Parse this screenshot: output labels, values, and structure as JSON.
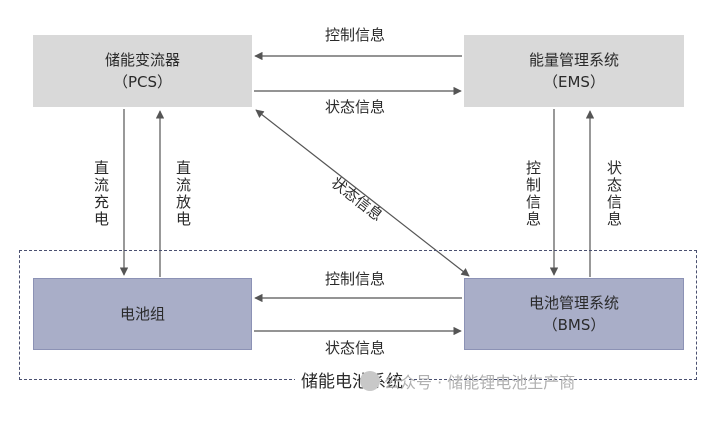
{
  "nodes": {
    "pcs": {
      "name": "储能变流器",
      "abbr": "（PCS）"
    },
    "ems": {
      "name": "能量管理系统",
      "abbr": "（EMS）"
    },
    "battery": {
      "name": "电池组"
    },
    "bms": {
      "name": "电池管理系统",
      "abbr": "（BMS）"
    }
  },
  "edges": {
    "ems_to_pcs": "控制信息",
    "pcs_to_ems": "状态信息",
    "pcs_to_bms_diag": "状态信息",
    "pcs_to_battery": "直流充电",
    "battery_to_pcs": "直流放电",
    "ems_to_bms": "控制信息",
    "bms_to_ems": "状态信息",
    "bms_to_battery": "控制信息",
    "battery_to_bms": "状态信息"
  },
  "system_label": "储能电池系统",
  "watermark": "公众号 · 储能锂电池生产商",
  "colors": {
    "gray_box": "#d9d9d9",
    "blue_box": "#a9aec8",
    "arrow": "#555555",
    "dashed_frame": "#4a5070"
  }
}
